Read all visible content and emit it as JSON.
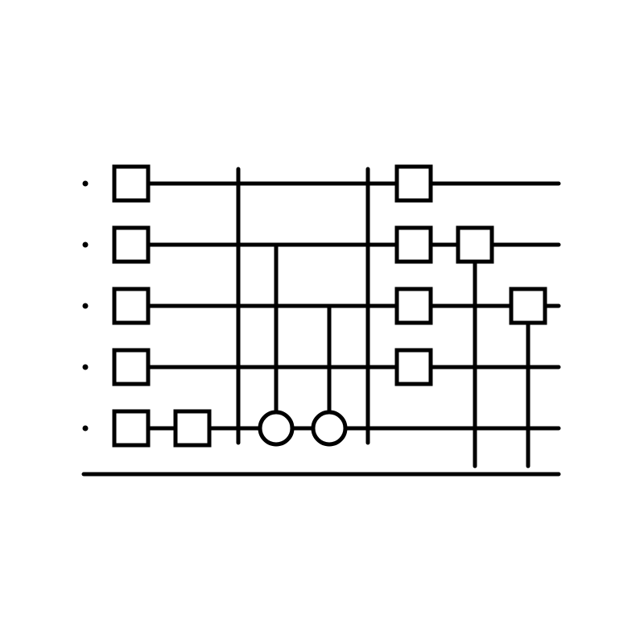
{
  "diagram": {
    "type": "quantum-circuit-icon",
    "colors": {
      "stroke": "#000000",
      "background": "#ffffff",
      "fill": "#ffffff"
    },
    "qubit_count": 5,
    "has_bottom_rule": true,
    "wires": [
      {
        "id": "q0"
      },
      {
        "id": "q1"
      },
      {
        "id": "q2"
      },
      {
        "id": "q3"
      },
      {
        "id": "q4"
      }
    ],
    "elements": [
      {
        "kind": "gate",
        "shape": "square",
        "wire": "q0",
        "column": 1
      },
      {
        "kind": "gate",
        "shape": "square",
        "wire": "q1",
        "column": 1
      },
      {
        "kind": "gate",
        "shape": "square",
        "wire": "q2",
        "column": 1
      },
      {
        "kind": "gate",
        "shape": "square",
        "wire": "q3",
        "column": 1
      },
      {
        "kind": "gate",
        "shape": "square",
        "wire": "q4",
        "column": 1
      },
      {
        "kind": "gate",
        "shape": "square",
        "wire": "q4",
        "column": 2
      },
      {
        "kind": "barrier",
        "spans": [
          "q0",
          "q4"
        ],
        "column": 3
      },
      {
        "kind": "control-target",
        "control": "q1",
        "target": "q4",
        "target_shape": "circle",
        "column": 4
      },
      {
        "kind": "control-target",
        "control": "q2",
        "target": "q4",
        "target_shape": "circle",
        "column": 5
      },
      {
        "kind": "barrier",
        "spans": [
          "q0",
          "q4"
        ],
        "column": 6
      },
      {
        "kind": "gate",
        "shape": "square",
        "wire": "q0",
        "column": 7
      },
      {
        "kind": "gate",
        "shape": "square",
        "wire": "q1",
        "column": 7
      },
      {
        "kind": "gate",
        "shape": "square",
        "wire": "q2",
        "column": 7
      },
      {
        "kind": "gate",
        "shape": "square",
        "wire": "q3",
        "column": 7
      },
      {
        "kind": "measurement",
        "wire": "q1",
        "shape": "square",
        "to": "classical-register",
        "column": 8
      },
      {
        "kind": "measurement",
        "wire": "q2",
        "shape": "square",
        "to": "classical-register",
        "column": 9
      }
    ]
  }
}
